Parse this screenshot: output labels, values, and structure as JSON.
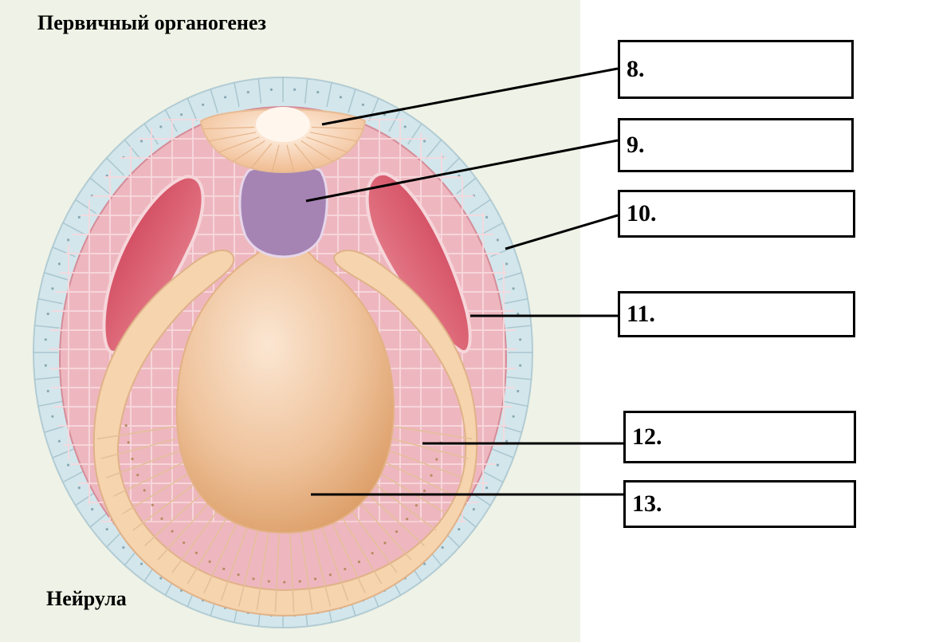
{
  "title": "Первичный органогенез",
  "caption": "Нейрула",
  "labels": [
    {
      "id": "label-8",
      "text": "8."
    },
    {
      "id": "label-9",
      "text": "9."
    },
    {
      "id": "label-10",
      "text": "10."
    },
    {
      "id": "label-11",
      "text": "11."
    },
    {
      "id": "label-12",
      "text": "12."
    },
    {
      "id": "label-13",
      "text": "13."
    }
  ],
  "colors": {
    "ectoderm": "#cfe2e8",
    "mesoderm": "#e7a3ad",
    "coelom": "#c8404f",
    "neural_tube": "#f3c8a2",
    "notochord": "#a27fb3",
    "endoderm": "#f4cfa6",
    "gut": "#eab689"
  }
}
